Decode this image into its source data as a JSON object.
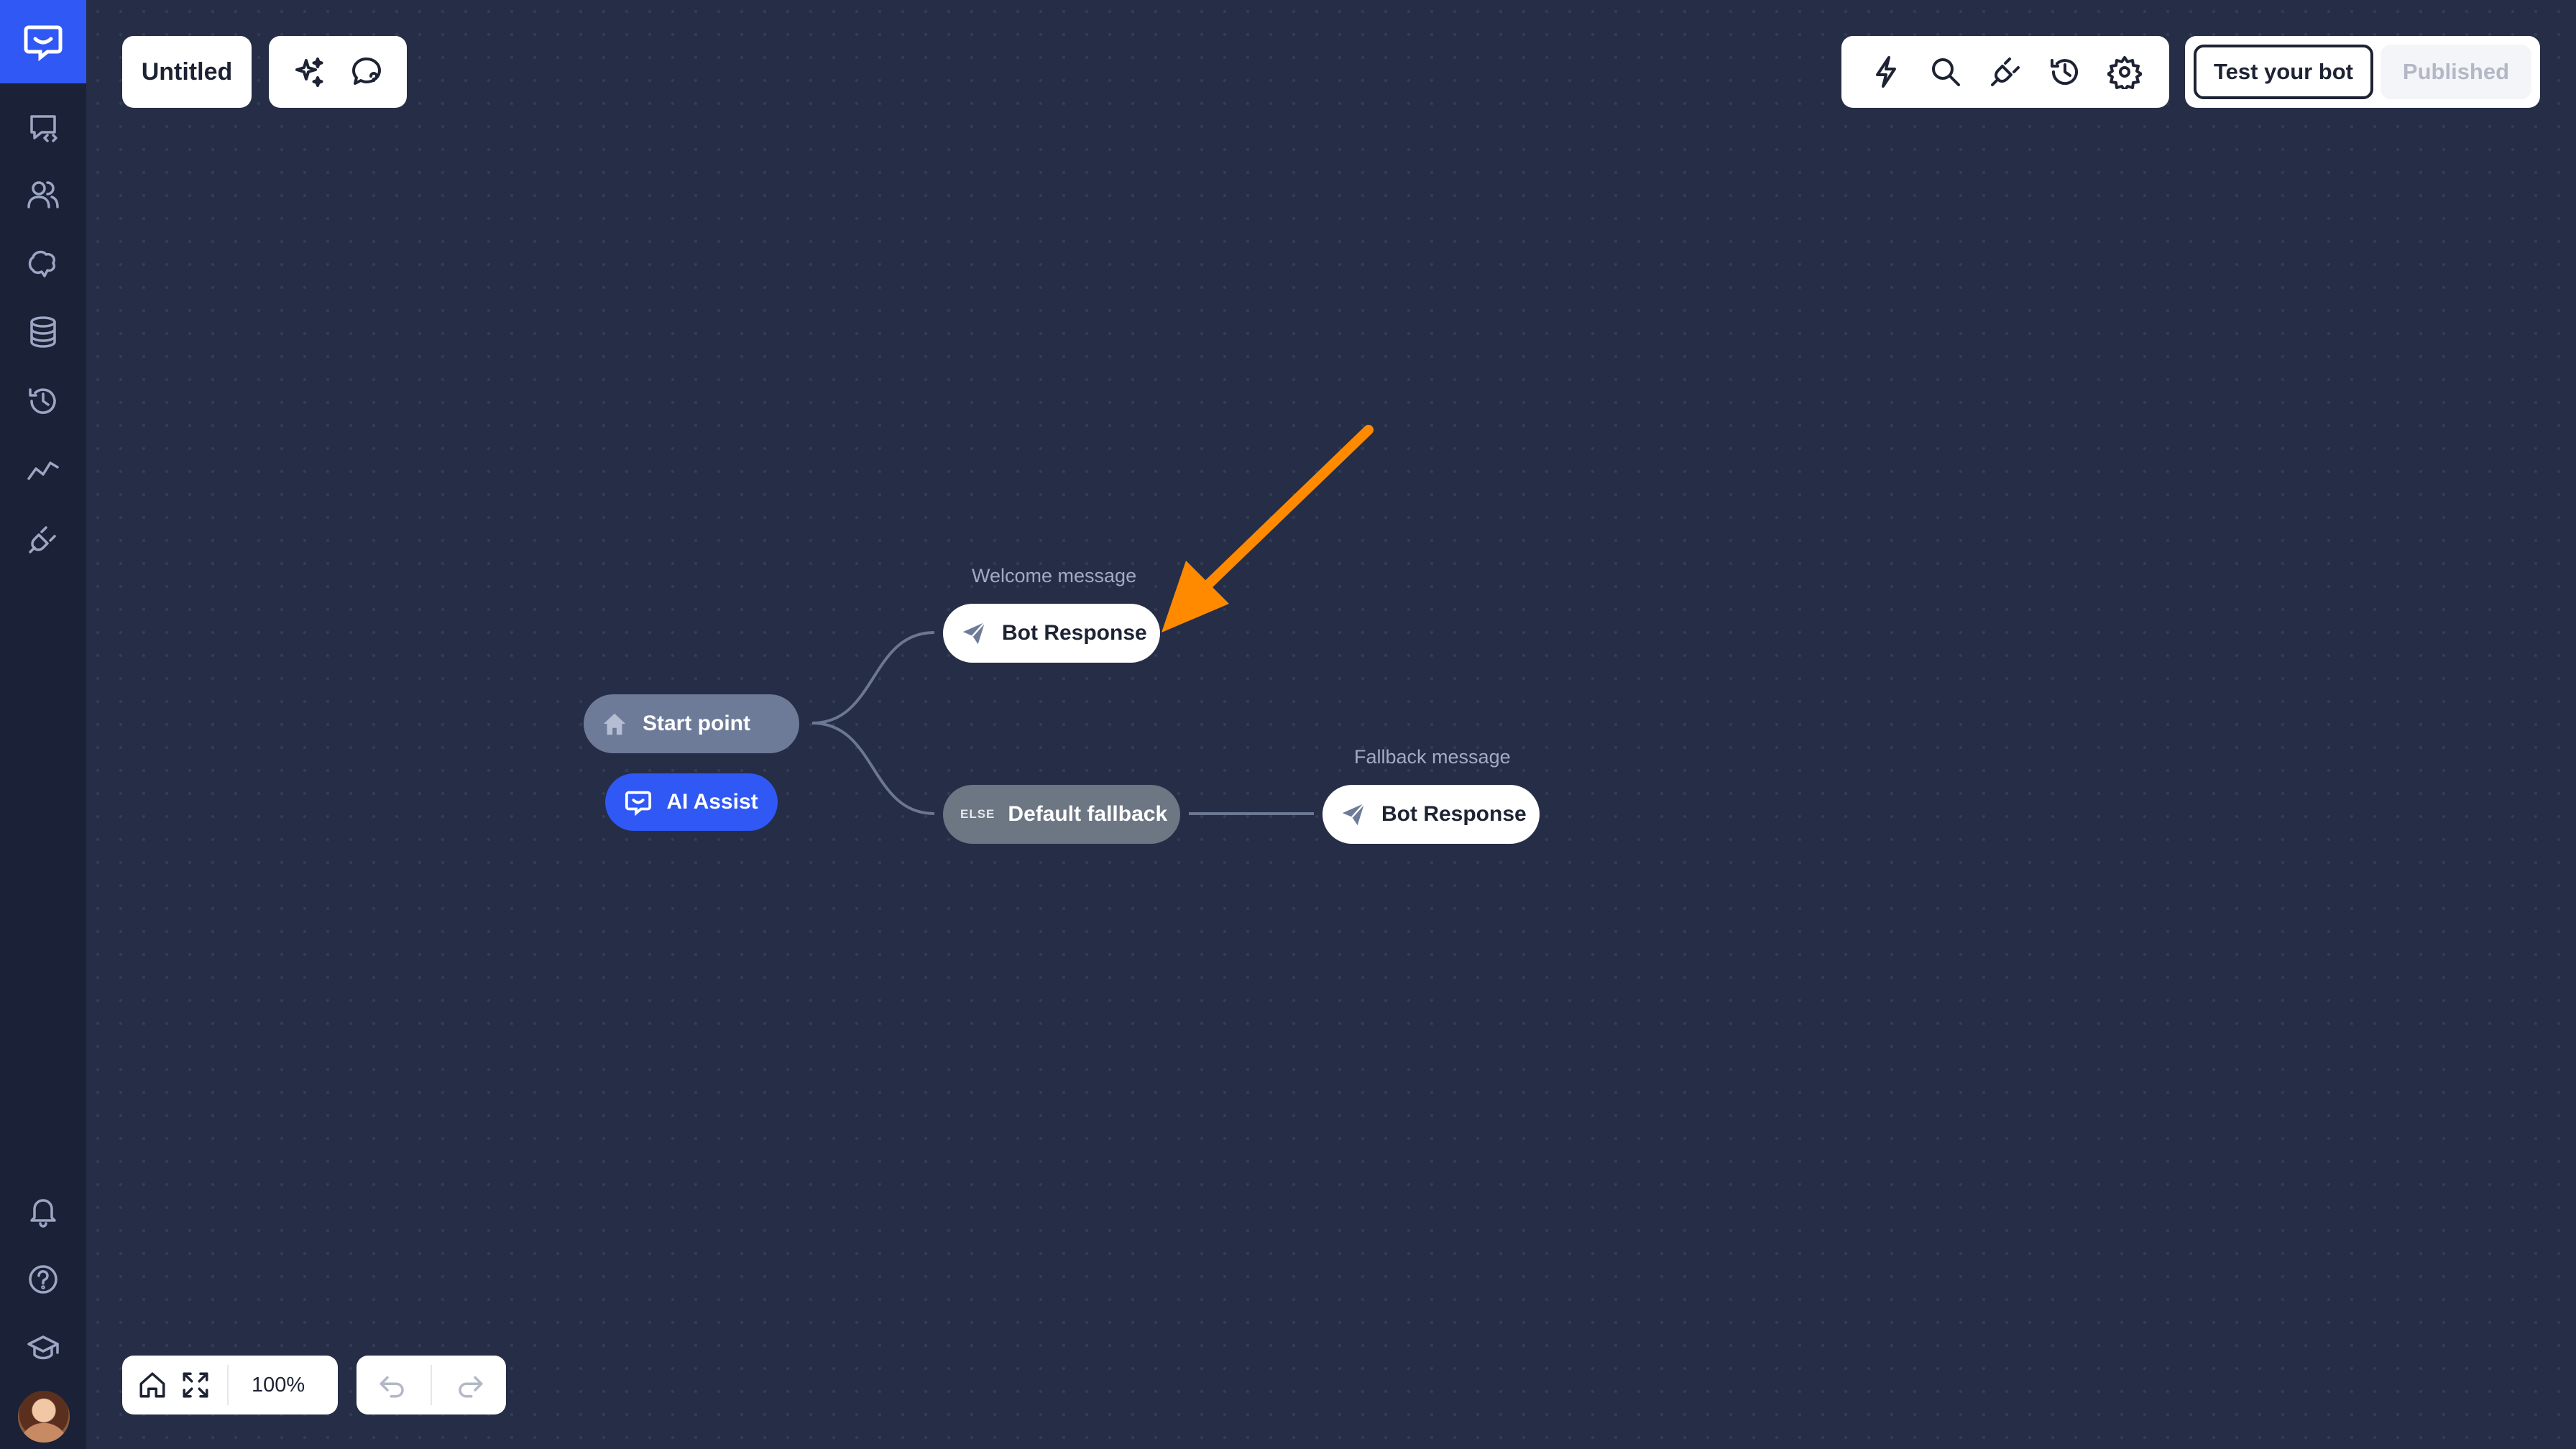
{
  "app": {
    "title": "Untitled",
    "zoom": "100%"
  },
  "header": {
    "test_label": "Test your bot",
    "published_label": "Published"
  },
  "flow": {
    "start_label": "Start point",
    "ai_assist_label": "AI Assist",
    "welcome_caption": "Welcome message",
    "welcome_node_label": "Bot Response",
    "fallback_else_tag": "ELSE",
    "fallback_label": "Default fallback",
    "fallback_caption": "Fallback message",
    "fallback_node_label": "Bot Response"
  },
  "colors": {
    "canvas": "#252d47",
    "sidebar": "#1b2136",
    "brand_blue": "#2f58f5",
    "annotation_arrow": "#ff8a00"
  },
  "icons": {
    "sidebar_top": [
      "chat-code-icon",
      "users-icon",
      "brain-icon",
      "database-icon",
      "history-icon",
      "analytics-icon",
      "plug-icon"
    ],
    "sidebar_bottom": [
      "bell-icon",
      "help-icon",
      "academy-icon"
    ],
    "toolbar": [
      "sparkles-icon",
      "chat-question-icon",
      "lightning-icon",
      "search-icon",
      "plug-icon",
      "history-icon",
      "gear-icon"
    ]
  }
}
